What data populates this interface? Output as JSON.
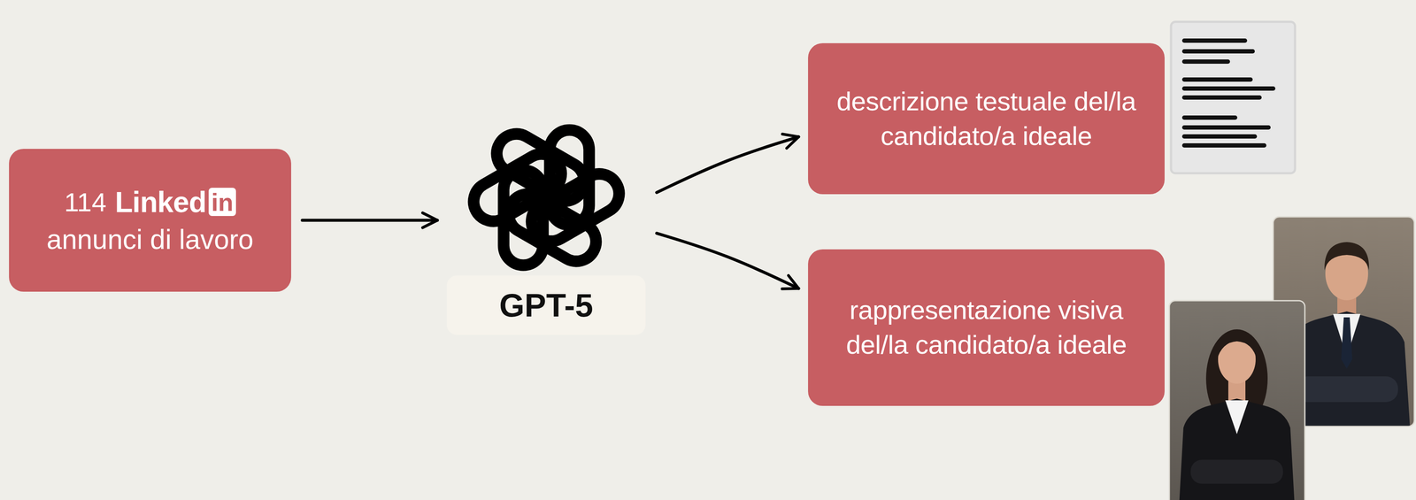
{
  "diagram": {
    "nodes": [
      {
        "text": [
          "114",
          "Linked",
          "in",
          "annunci di lavoro"
        ]
      },
      {
        "text": [
          "GPT-5"
        ]
      },
      {
        "text": [
          "descrizione testuale del/la candidato/a ideale"
        ]
      },
      {
        "text": [
          "rappresentazione visiva del/la candidato/a ideale"
        ]
      }
    ],
    "edges": [
      {
        "from": 0,
        "to": 1,
        "arrow": "to"
      },
      {
        "from": 1,
        "to": 2,
        "arrow": "to"
      },
      {
        "from": 1,
        "to": 3,
        "arrow": "to"
      }
    ]
  }
}
